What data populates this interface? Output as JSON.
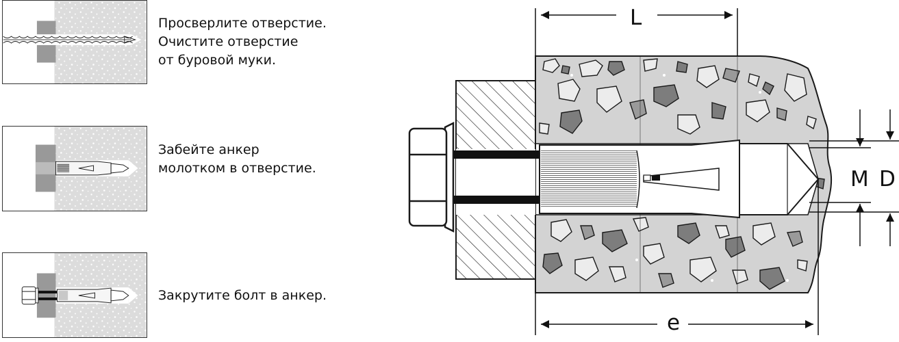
{
  "steps": [
    {
      "lines": [
        "Просверлите отверстие.",
        "Очистите отверстие",
        "от буровой муки."
      ],
      "icon": "drill-icon"
    },
    {
      "lines": [
        "Забейте анкер",
        "молотком в отверстие."
      ],
      "icon": "hammer-anchor-icon"
    },
    {
      "lines": [
        "Закрутите болт в анкер."
      ],
      "icon": "bolt-anchor-icon"
    }
  ],
  "dimensions": {
    "L": "L",
    "M": "M",
    "D": "D",
    "e": "e"
  },
  "colors": {
    "concrete": "#d6d6d6",
    "concrete_dark": "#bdbdbd",
    "aggregate_dark": "#8c8c8c",
    "outline": "#1a1a1a",
    "fixture": "#a0a0a0"
  }
}
